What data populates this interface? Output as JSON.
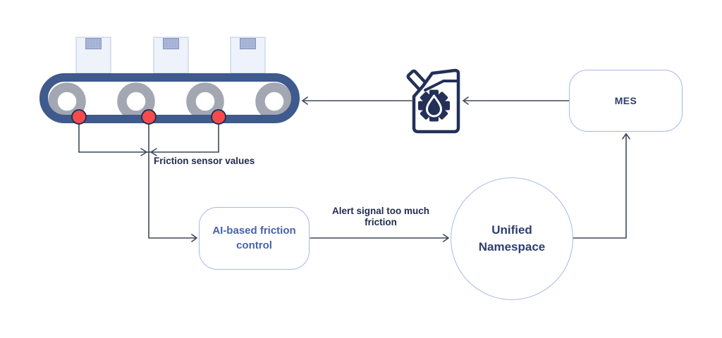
{
  "diagram_title": "",
  "conveyor": {
    "sensor_label": "Friction sensor values",
    "package_count": 3,
    "roller_count": 4,
    "sensor_count": 3
  },
  "nodes": {
    "ai_control": {
      "label": "AI-based friction control"
    },
    "unified_namespace": {
      "label": "Unified Namespace"
    },
    "mes": {
      "label": "MES"
    }
  },
  "edges": {
    "alert_label": "Alert signal too much friction",
    "sensors_to_ai": "sensor values feed AI control",
    "ai_to_uns": "AI control to Unified Namespace",
    "uns_to_mes": "Unified Namespace to MES",
    "mes_to_lubrication": "MES to lubrication",
    "lubrication_to_belt": "lubrication to conveyor belt"
  },
  "icons": {
    "oil_can": "oil-can-with-gear-and-droplet",
    "sensor_dot": "red-friction-sensor-dot"
  },
  "colors": {
    "background": "#ffffff",
    "belt_navy": "#3f5a8c",
    "roller_gray": "#a2a7b2",
    "sensor_red": "#f64b4b",
    "sensor_outline": "#233159",
    "icon_navy": "#233159",
    "connector_line": "#3f4859",
    "node_border": "#a8b8e4",
    "node_text": "#2d3f6e",
    "ai_text": "#4763a6",
    "label_text": "#232c4f",
    "package_fill": "#eef2fb",
    "package_border": "#c6cfe6",
    "package_tab": "#a9b6da"
  }
}
